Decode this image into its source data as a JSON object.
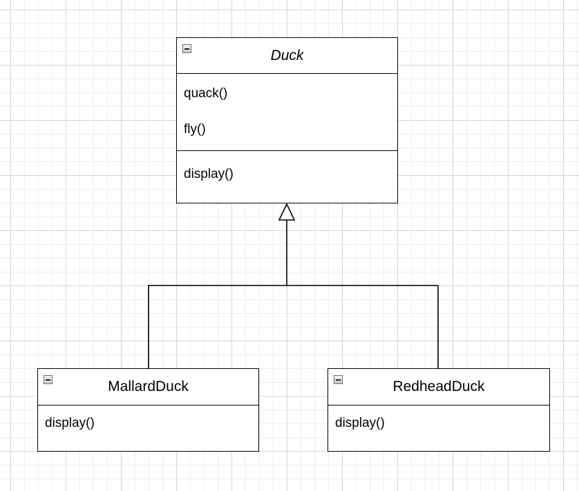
{
  "diagram": {
    "classes": [
      {
        "id": "duck",
        "name": "Duck",
        "abstract": true,
        "fields": [
          "quack()",
          "fly()"
        ],
        "methods": [
          "display()"
        ]
      },
      {
        "id": "mallard",
        "name": "MallardDuck",
        "abstract": false,
        "fields": [],
        "methods": [
          "display()"
        ]
      },
      {
        "id": "redhead",
        "name": "RedheadDuck",
        "abstract": false,
        "fields": [],
        "methods": [
          "display()"
        ]
      }
    ],
    "relations": [
      {
        "type": "generalization",
        "from": "MallardDuck",
        "to": "Duck"
      },
      {
        "type": "generalization",
        "from": "RedheadDuck",
        "to": "Duck"
      }
    ]
  }
}
